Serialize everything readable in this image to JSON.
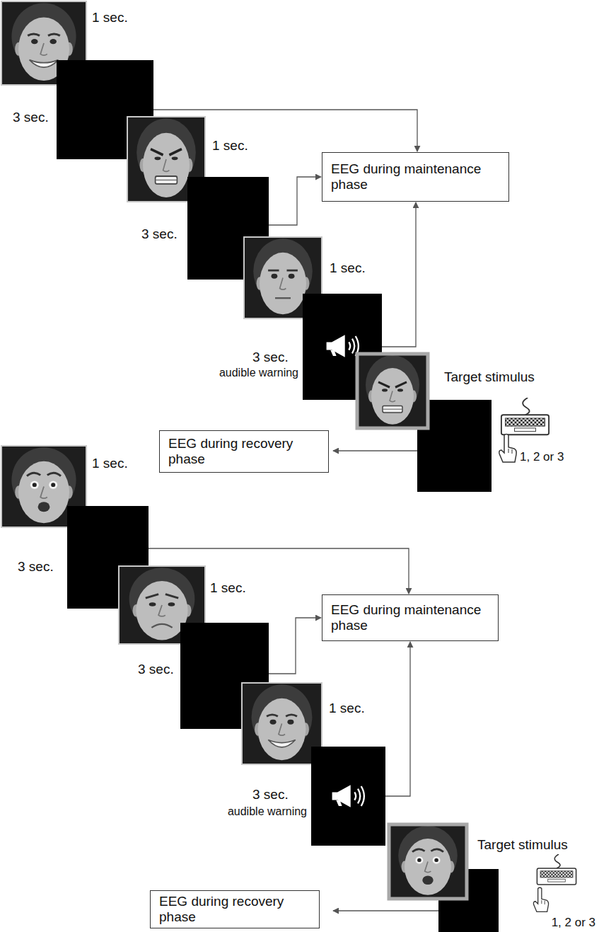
{
  "diagram": {
    "nodes": [
      {
        "text": [
          "EEG during maintenance phase"
        ]
      },
      {
        "text": [
          "EEG during recovery phase"
        ]
      },
      {
        "text": [
          "EEG during maintenance phase"
        ]
      },
      {
        "text": [
          "EEG during recovery phase"
        ]
      }
    ],
    "labels": [
      "1 sec.",
      "3 sec.",
      "1 sec.",
      "3 sec.",
      "1 sec.",
      "3 sec.",
      "audible warning",
      "Target stimulus",
      "1, 2 or 3",
      "1 sec.",
      "3 sec.",
      "1 sec.",
      "3 sec.",
      "1 sec.",
      "3 sec.",
      "audible warning",
      "Target stimulus",
      "1, 2 or 3"
    ]
  }
}
